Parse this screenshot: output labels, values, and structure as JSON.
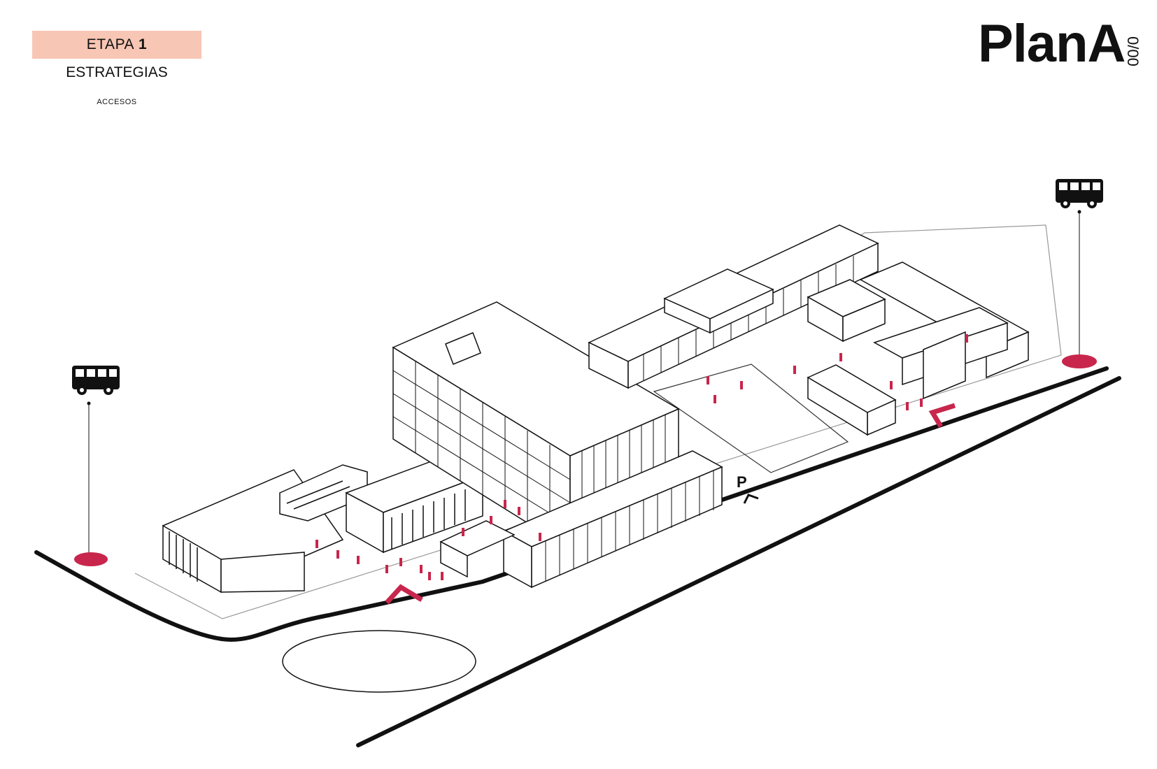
{
  "header": {
    "stage_label": "ETAPA",
    "stage_number": "1",
    "subtitle": "ESTRATEGIAS",
    "section": "ACCESOS"
  },
  "logo": {
    "main": "PlanA",
    "sub": "0/00"
  },
  "map": {
    "parking_label": "P",
    "icons": [
      "bus-icon",
      "bus-icon",
      "entrance-arrow-icon",
      "entrance-arrow-icon",
      "parking-arrow-icon"
    ],
    "colors": {
      "accent": "#c8264c",
      "stage_background": "#f8c6b4",
      "line": "#111111"
    }
  }
}
